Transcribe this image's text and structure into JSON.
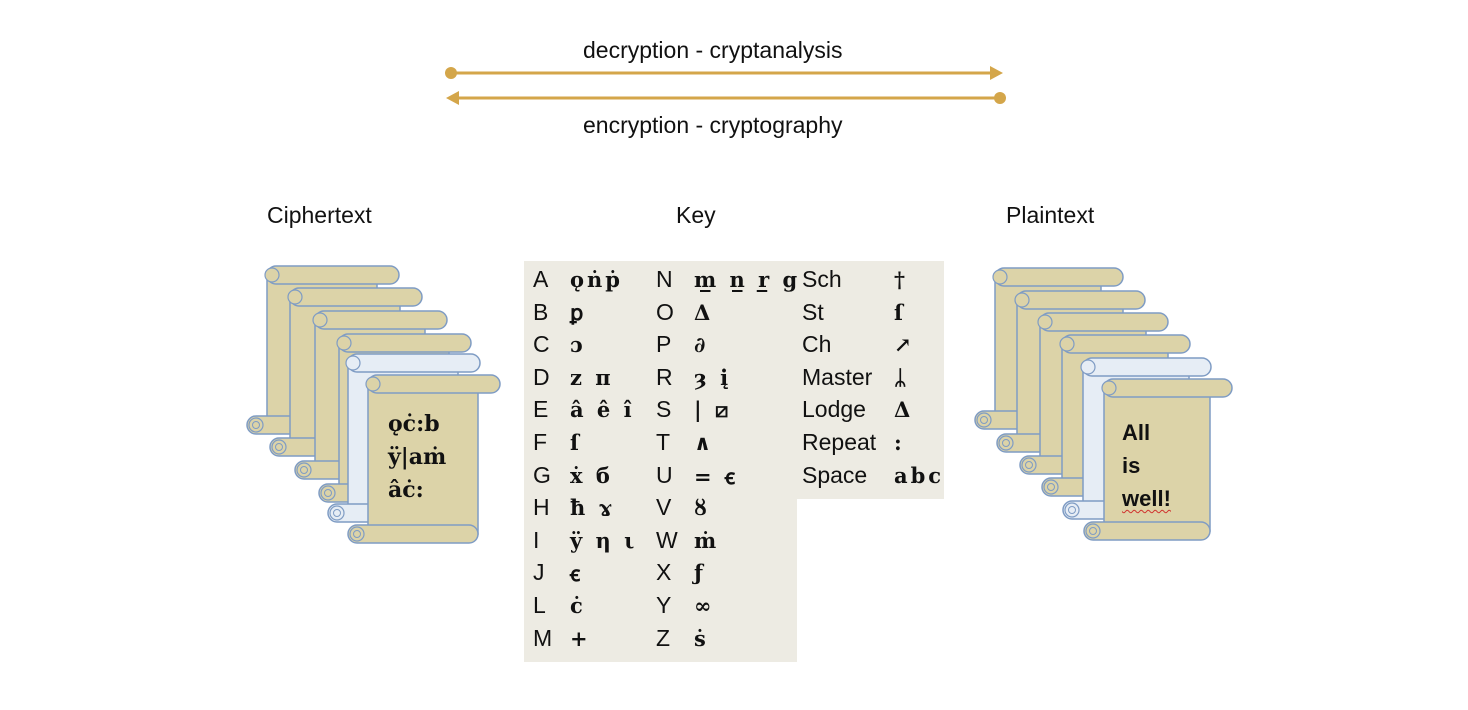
{
  "labels": {
    "top_arrow": "decryption - cryptanalysis",
    "bottom_arrow": "encryption - cryptography",
    "ciphertext": "Ciphertext",
    "key": "Key",
    "plaintext": "Plaintext"
  },
  "colors": {
    "arrow": "#d4a64a",
    "scroll_fill": "#dcd3a8",
    "scroll_fill_light": "#e6edf5",
    "scroll_stroke": "#7f9cc4",
    "key_bg": "#edebe3"
  },
  "key": {
    "col1": [
      {
        "letter": "A",
        "symbols": "ǫṅṗ"
      },
      {
        "letter": "B",
        "symbols": "ꝑ"
      },
      {
        "letter": "C",
        "symbols": "ɔ"
      },
      {
        "letter": "D",
        "symbols": "z π"
      },
      {
        "letter": "E",
        "symbols": "â ê î"
      },
      {
        "letter": "F",
        "symbols": "ſ"
      },
      {
        "letter": "G",
        "symbols": "ẋ б"
      },
      {
        "letter": "H",
        "symbols": "ħ ɤ"
      },
      {
        "letter": "I",
        "symbols": "ÿ η ι"
      },
      {
        "letter": "J",
        "symbols": "ꞓ"
      },
      {
        "letter": "L",
        "symbols": "ċ"
      },
      {
        "letter": "M",
        "symbols": "+"
      }
    ],
    "col2": [
      {
        "letter": "N",
        "symbols": "m̲ n̲ r̲ g"
      },
      {
        "letter": "O",
        "symbols": "Δ"
      },
      {
        "letter": "P",
        "symbols": "∂"
      },
      {
        "letter": "R",
        "symbols": "ȝ į"
      },
      {
        "letter": "S",
        "symbols": "| ⧄"
      },
      {
        "letter": "T",
        "symbols": "∧"
      },
      {
        "letter": "U",
        "symbols": "= ꞓ"
      },
      {
        "letter": "V",
        "symbols": "ȣ"
      },
      {
        "letter": "W",
        "symbols": "ṁ"
      },
      {
        "letter": "X",
        "symbols": "ƒ"
      },
      {
        "letter": "Y",
        "symbols": "∞"
      },
      {
        "letter": "Z",
        "symbols": "ṡ"
      }
    ],
    "col3": [
      {
        "letter": "Sch",
        "symbols": "†"
      },
      {
        "letter": "St",
        "symbols": "ſ"
      },
      {
        "letter": "Ch",
        "symbols": "↗"
      },
      {
        "letter": "Master",
        "symbols": "ᛦ"
      },
      {
        "letter": "Lodge",
        "symbols": "Δ"
      },
      {
        "letter": "Repeat",
        "symbols": ":"
      },
      {
        "letter": "Space",
        "symbols": "abc"
      }
    ]
  },
  "ciphertext_lines": [
    "ǫċ:b",
    "ÿ|aṁ",
    "âċ:"
  ],
  "plaintext_lines": [
    "All",
    "is",
    "well!"
  ]
}
